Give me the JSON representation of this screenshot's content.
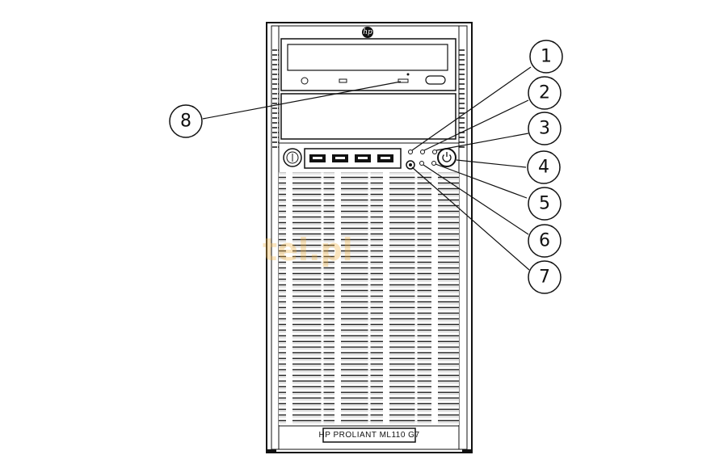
{
  "diagram": {
    "logo_text": "hp",
    "model_label": "HP PROLIANT ML110 G7",
    "watermark_text": "tel.pl",
    "callouts": [
      "1",
      "2",
      "3",
      "4",
      "5",
      "6",
      "7",
      "8"
    ]
  },
  "colors": {
    "outline": "#111111",
    "background": "#ffffff",
    "watermark": "#f2b544"
  }
}
